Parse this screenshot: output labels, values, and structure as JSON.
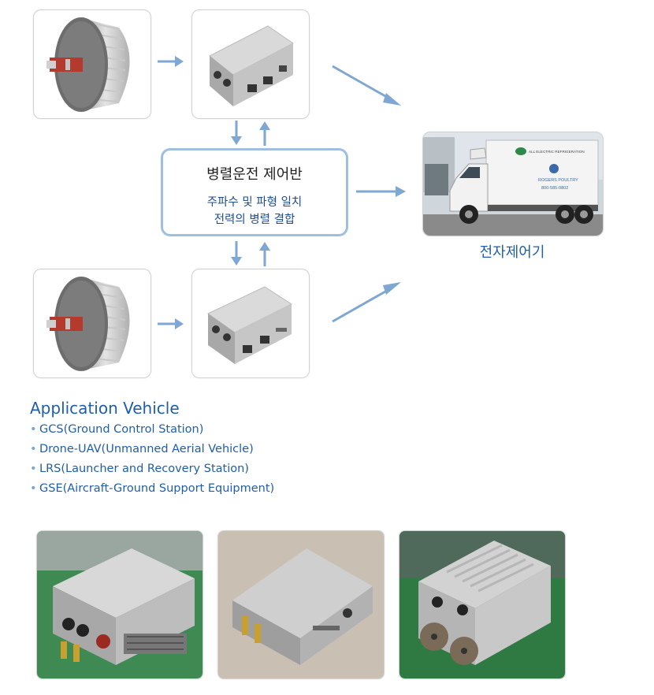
{
  "controller": {
    "title": "병렬운전 제어반",
    "line1": "주파수 및 파형 일치",
    "line2": "전력의 병렬 결합"
  },
  "truck": {
    "caption": "전자제어기",
    "logo_text": "ALL ELECTRIC REFRIGERATION",
    "brand": "ROGERS POULTRY",
    "phone": "800-585-0802"
  },
  "application": {
    "title": "Application Vehicle",
    "items": [
      "GCS(Ground Control Station)",
      "Drone-UAV(Unmanned Aerial Vehicle)",
      "LRS(Launcher and Recovery Station)",
      "GSE(Aircraft-Ground Support Equipment)"
    ]
  },
  "colors": {
    "arrow": "#7ea7d4",
    "box_border": "#9ebfdf",
    "title_blue": "#1f5ea8",
    "photo_green": "#2f8a4a"
  },
  "icons": {
    "motor": "generator-motor-icon",
    "inverter": "inverter-box-icon",
    "truck": "refrigerated-truck-icon"
  }
}
